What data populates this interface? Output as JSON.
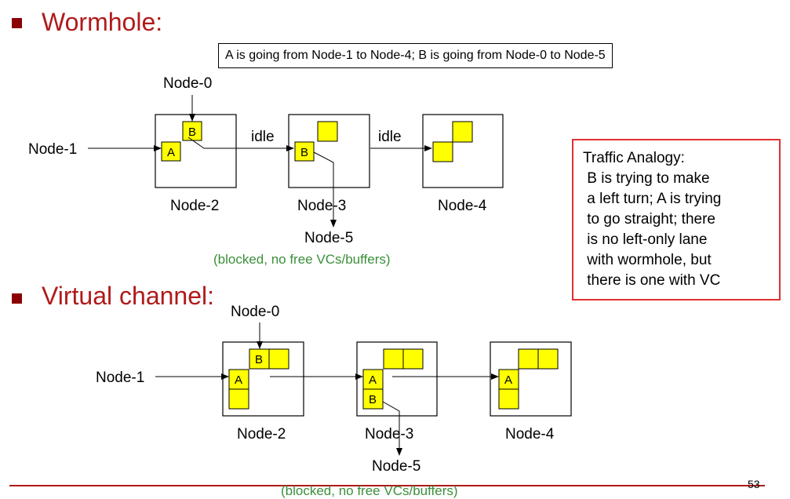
{
  "wormhole": {
    "heading": "Wormhole:",
    "caption": "A is going from Node-1 to Node-4; B is going from Node-0 to Node-5",
    "node0": "Node-0",
    "node1": "Node-1",
    "node2": "Node-2",
    "node3": "Node-3",
    "node4": "Node-4",
    "node5": "Node-5",
    "idle1": "idle",
    "idle2": "idle",
    "flit_a": "A",
    "flit_b1": "B",
    "flit_b2": "B",
    "blocked": "(blocked, no free VCs/buffers)"
  },
  "vc": {
    "heading": "Virtual channel:",
    "node0": "Node-0",
    "node1": "Node-1",
    "node2": "Node-2",
    "node3": "Node-3",
    "node4": "Node-4",
    "node5": "Node-5",
    "flit_a1": "A",
    "flit_b1": "B",
    "flit_a2": "A",
    "flit_b2": "B",
    "flit_a3": "A",
    "blocked": "(blocked, no free VCs/buffers)"
  },
  "analogy": {
    "lines": [
      "Traffic Analogy:",
      " B is trying to make",
      " a left turn; A is trying",
      " to go straight; there",
      " is no left-only lane",
      " with wormhole, but",
      " there is one with VC"
    ]
  },
  "page_number": "53",
  "colors": {
    "heading": "#b01a1a",
    "flit": "#ffff00",
    "blocked_text": "#3a8f3a",
    "analogy_border": "#e03030",
    "footer_line": "#b01a1a"
  }
}
